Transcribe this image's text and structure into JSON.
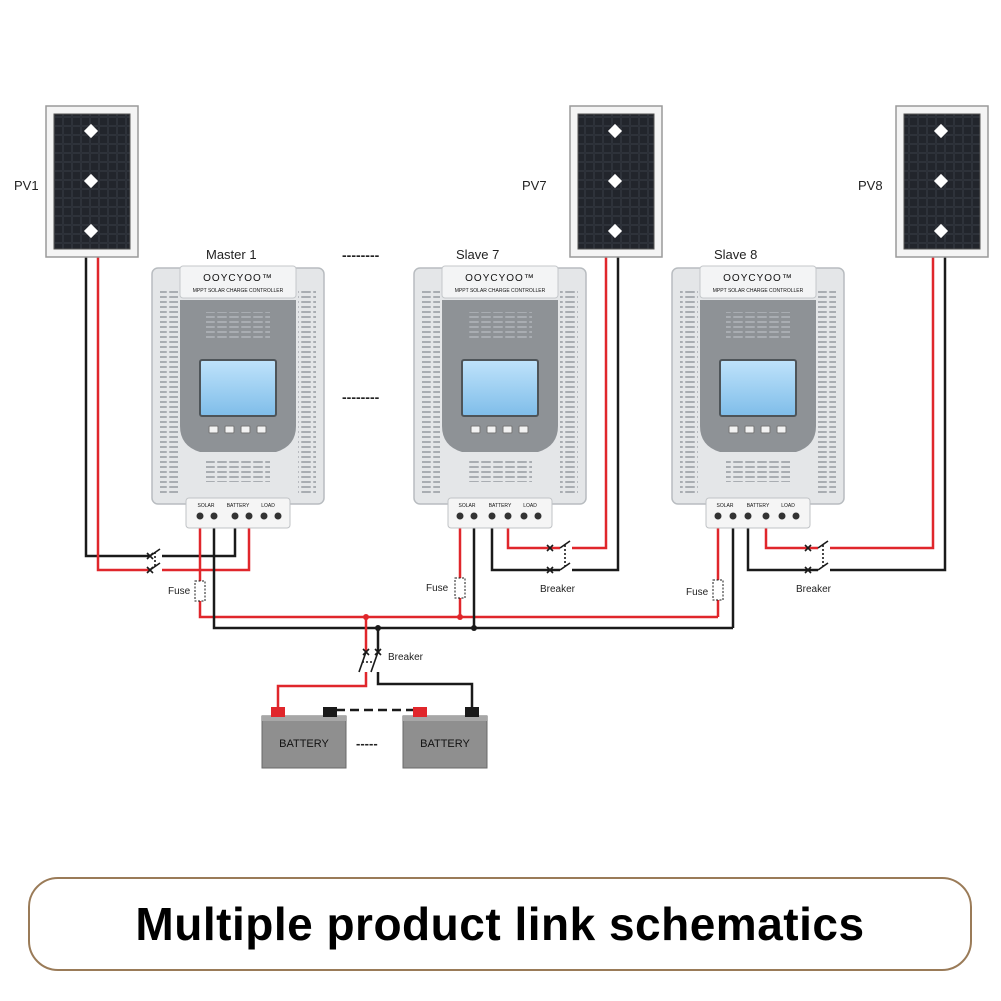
{
  "panels": [
    {
      "label": "PV1"
    },
    {
      "label": "PV7"
    },
    {
      "label": "PV8"
    }
  ],
  "controllers": [
    {
      "title": "Master 1",
      "brand": "OOYCYOO™",
      "subtitle": "MPPT SOLAR CHARGE CONTROLLER",
      "terminals": [
        "SOLAR",
        "BATTERY",
        "LOAD"
      ]
    },
    {
      "title": "Slave 7",
      "brand": "OOYCYOO™",
      "subtitle": "MPPT SOLAR CHARGE CONTROLLER",
      "terminals": [
        "SOLAR",
        "BATTERY",
        "LOAD"
      ]
    },
    {
      "title": "Slave 8",
      "brand": "OOYCYOO™",
      "subtitle": "MPPT SOLAR CHARGE CONTROLLER",
      "terminals": [
        "SOLAR",
        "BATTERY",
        "LOAD"
      ]
    }
  ],
  "labels": {
    "fuse": "Fuse",
    "breaker": "Breaker",
    "battery": "BATTERY",
    "ellipsis": "--------",
    "battery_ellipsis": "-----"
  },
  "caption": "Multiple product link schematics",
  "colors": {
    "positive_wire": "#e0262b",
    "negative_wire": "#1a1a1a",
    "caption_border": "#9a7b58",
    "battery_body": "#8f8f8f",
    "controller_body": "#e4e6e8",
    "lcd": "#8fc8f0"
  }
}
